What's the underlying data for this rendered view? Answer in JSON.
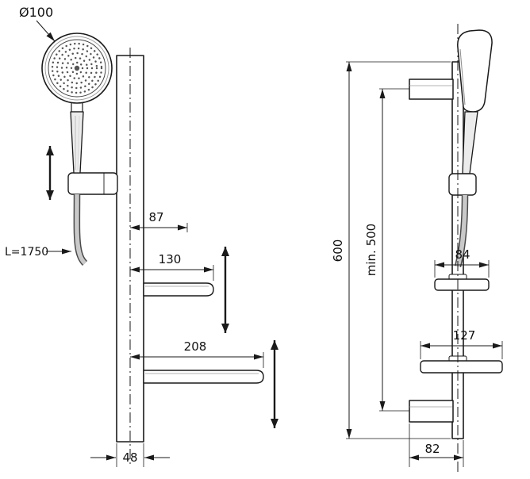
{
  "front_view": {
    "head_diameter_label": "Ø100",
    "hose_length_label": "L=1750",
    "dim_holder_offset": "87",
    "dim_upper_shelf_width": "130",
    "dim_lower_shelf_width": "208",
    "dim_rail_width": "48"
  },
  "side_view": {
    "dim_rail_length": "600",
    "dim_bracket_distance": "min. 500",
    "dim_upper_shelf_depth": "84",
    "dim_lower_shelf_depth": "127",
    "dim_wall_distance": "82"
  },
  "colors": {
    "line": "#1a1a1a",
    "hose_gray": "#c9c9c9",
    "shade_gray": "#ececec"
  }
}
